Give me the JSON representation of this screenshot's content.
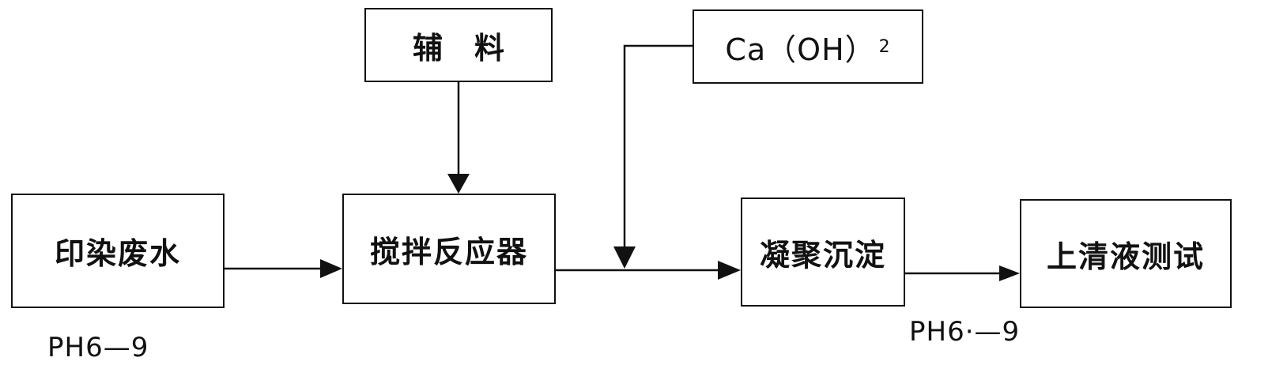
{
  "nodes": {
    "auxiliary": "辅料",
    "calcium_hydroxide": "Ca（OH）",
    "calcium_hydroxide_subscript": "2",
    "dye_wastewater": "印染废水",
    "stirring_reactor": "搅拌反应器",
    "coagulation_sedimentation": "凝聚沉淀",
    "supernatant_test": "上清液测试"
  },
  "labels": {
    "ph_inlet": "PH6—9",
    "ph_outlet": "PH6·—9"
  },
  "colors": {
    "line": "#111111",
    "background": "#ffffff"
  }
}
